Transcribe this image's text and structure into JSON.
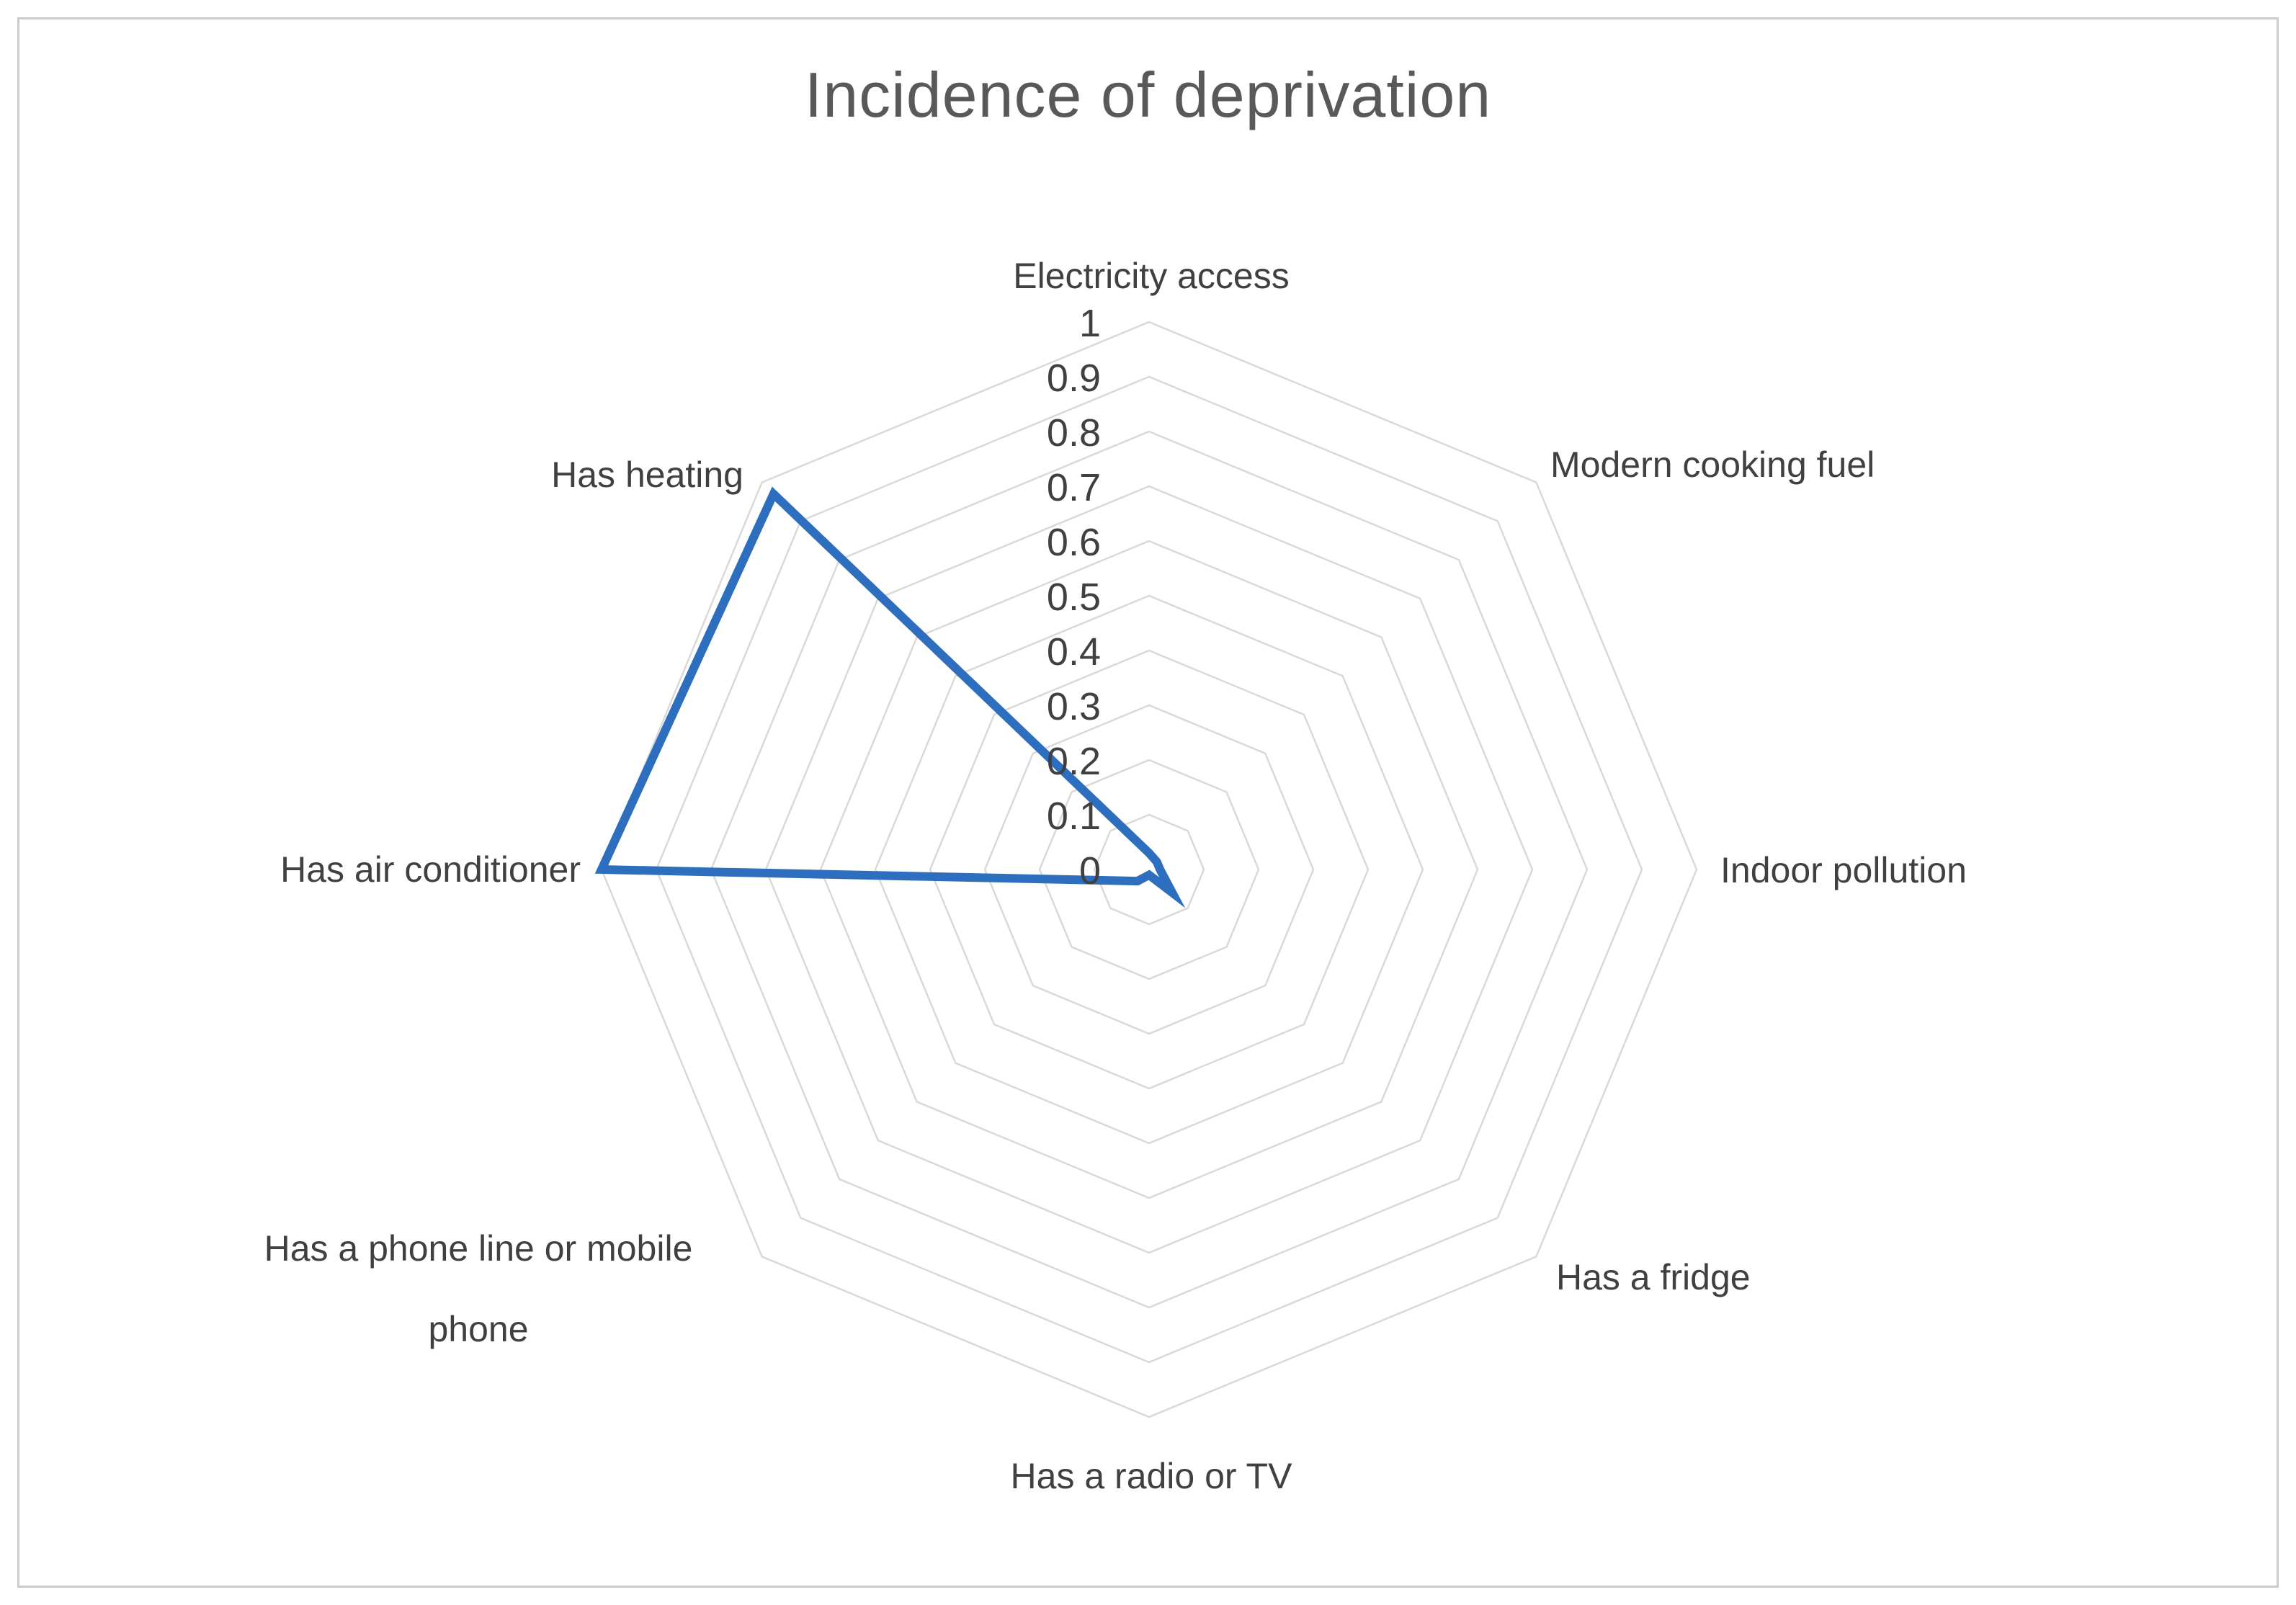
{
  "title": "Incidence of deprivation",
  "chart_data": {
    "type": "radar",
    "title": "Incidence of deprivation",
    "categories": [
      {
        "label": "Electricity access"
      },
      {
        "label": "Modern cooking fuel"
      },
      {
        "label": "Indoor pollution"
      },
      {
        "label": "Has a fridge"
      },
      {
        "label": "Has a radio or TV"
      },
      {
        "label": "Has a phone line or mobile phone",
        "lines": [
          "Has a phone line or mobile",
          "phone"
        ]
      },
      {
        "label": "Has air conditioner"
      },
      {
        "label": "Has heating"
      }
    ],
    "values": [
      0.03,
      0.02,
      0.02,
      0.06,
      0.01,
      0.03,
      1.0,
      0.97
    ],
    "radial_ticks": [
      {
        "label": "1",
        "value": 1.0
      },
      {
        "label": "0.9",
        "value": 0.9
      },
      {
        "label": "0.8",
        "value": 0.8
      },
      {
        "label": "0.7",
        "value": 0.7
      },
      {
        "label": "0.6",
        "value": 0.6
      },
      {
        "label": "0.5",
        "value": 0.5
      },
      {
        "label": "0.4",
        "value": 0.4
      },
      {
        "label": "0.3",
        "value": 0.3
      },
      {
        "label": "0.2",
        "value": 0.2
      },
      {
        "label": "0.1",
        "value": 0.1
      },
      {
        "label": "0",
        "value": 0.0
      }
    ],
    "rlim": [
      0,
      1
    ],
    "tick_interval": 0.1,
    "grid_shape": "octagon-rings",
    "spokes_visible": false,
    "legend": "none",
    "line_color": "#2D6FBE",
    "grid_color": "#D9D9D9",
    "label_color": "#404040",
    "title_color": "#595959"
  }
}
